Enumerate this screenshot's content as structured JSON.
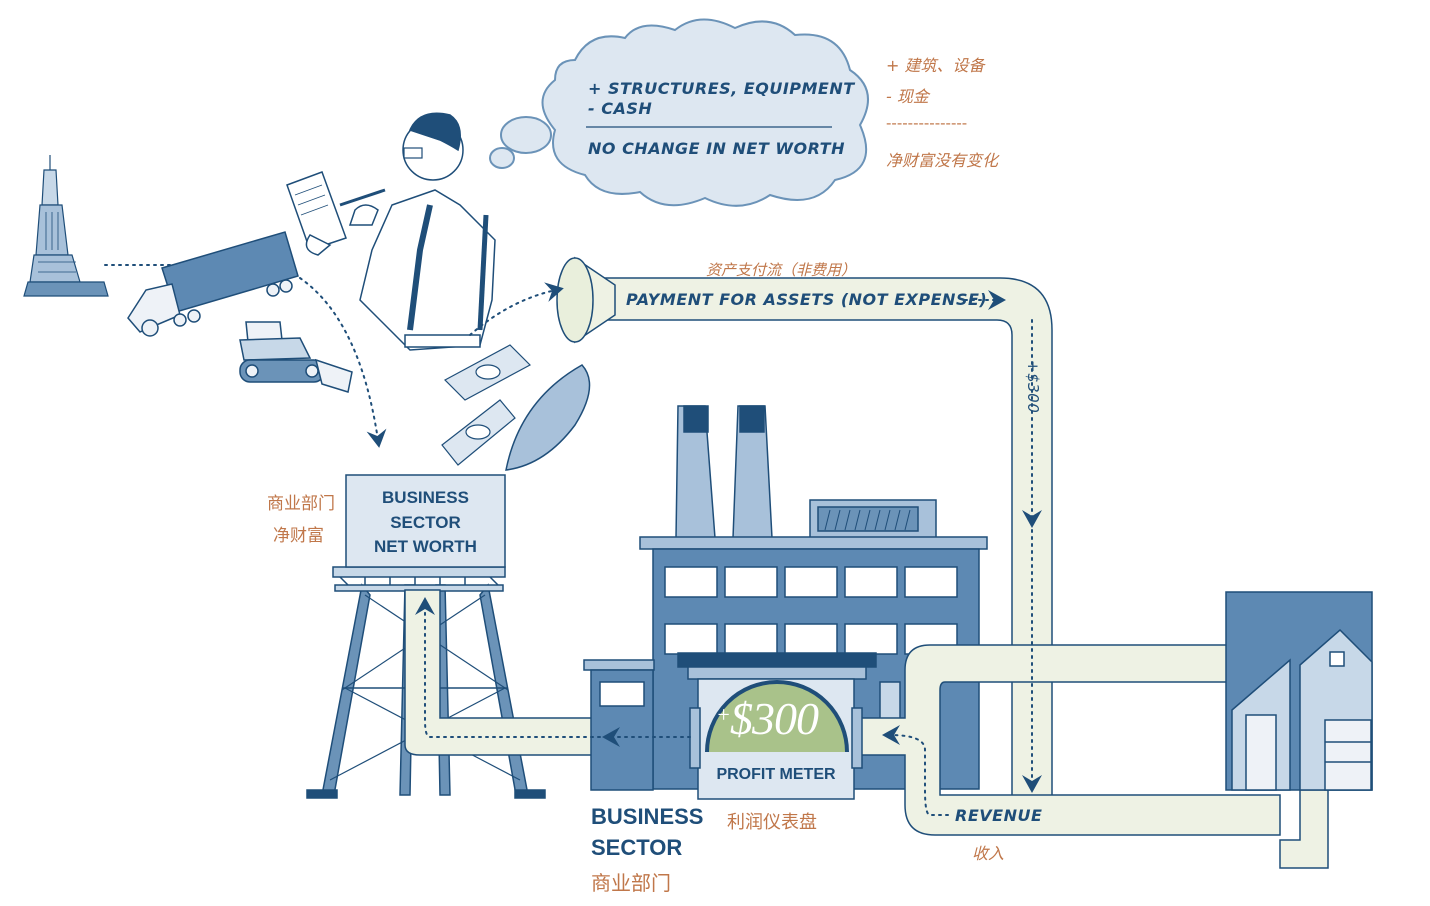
{
  "thought_bubble": {
    "line1": "+ STRUCTURES, EQUIPMENT",
    "line2": "- CASH",
    "line3": "NO CHANGE IN NET WORTH"
  },
  "thought_zh": {
    "line1": "+ 建筑、设备",
    "line2": "- 现金",
    "divider": "---------------",
    "line3": "净财富没有变化"
  },
  "payment": {
    "en": "PAYMENT FOR ASSETS (NOT EXPENSE)",
    "zh": "资产支付流（非费用）",
    "amount": "+$300"
  },
  "tower": {
    "line1": "BUSINESS",
    "line2": "SECTOR",
    "line3": "NET WORTH",
    "zh1": "商业部门",
    "zh2": "净财富"
  },
  "meter": {
    "plus": "+",
    "value": "$300",
    "label": "PROFIT METER",
    "zh": "利润仪表盘"
  },
  "sector": {
    "line1": "BUSINESS",
    "line2": "SECTOR",
    "zh": "商业部门"
  },
  "revenue": {
    "en": "REVENUE",
    "zh": "收入"
  },
  "colors": {
    "navy": "#1f4e79",
    "steel": "#6b93b8",
    "light_blue": "#c7d8e8",
    "pipe": "#eef2e4",
    "meter_green": "#a9c28a",
    "chinese": "#c0774a"
  }
}
